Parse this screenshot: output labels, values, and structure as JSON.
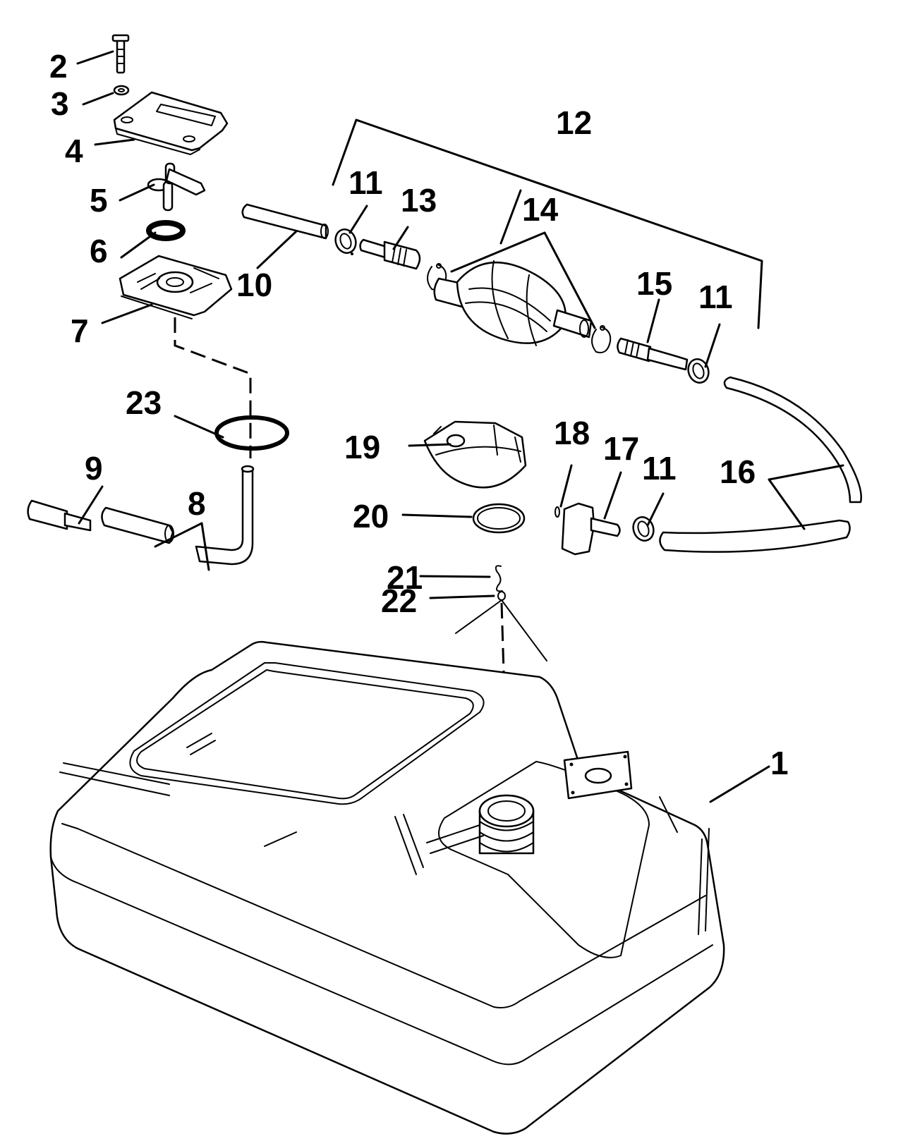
{
  "diagram": {
    "title": "Fuel Tank Assembly - Exploded View",
    "callouts": {
      "c1": "1",
      "c2": "2",
      "c3": "3",
      "c4": "4",
      "c5": "5",
      "c6": "6",
      "c7": "7",
      "c8": "8",
      "c9": "9",
      "c10": "10",
      "c11a": "11",
      "c11b": "11",
      "c11c": "11",
      "c12": "12",
      "c13": "13",
      "c14": "14",
      "c15": "15",
      "c16": "16",
      "c17": "17",
      "c18": "18",
      "c19": "19",
      "c20": "20",
      "c21": "21",
      "c22": "22",
      "c23": "23"
    },
    "parts": [
      {
        "id": "1",
        "name": "fuel-tank"
      },
      {
        "id": "2",
        "name": "screw"
      },
      {
        "id": "3",
        "name": "washer"
      },
      {
        "id": "4",
        "name": "cover-plate"
      },
      {
        "id": "5",
        "name": "elbow-connector"
      },
      {
        "id": "6",
        "name": "o-ring"
      },
      {
        "id": "7",
        "name": "fuel-gauge-plate"
      },
      {
        "id": "8",
        "name": "pickup-hose"
      },
      {
        "id": "9",
        "name": "filter"
      },
      {
        "id": "10",
        "name": "hose"
      },
      {
        "id": "11",
        "name": "hose-clamp"
      },
      {
        "id": "12",
        "name": "primer-bulb-assembly"
      },
      {
        "id": "13",
        "name": "check-valve-inlet"
      },
      {
        "id": "14",
        "name": "clamp"
      },
      {
        "id": "15",
        "name": "check-valve-outlet"
      },
      {
        "id": "16",
        "name": "fuel-line"
      },
      {
        "id": "17",
        "name": "connector"
      },
      {
        "id": "18",
        "name": "o-ring-small"
      },
      {
        "id": "19",
        "name": "filler-cap"
      },
      {
        "id": "20",
        "name": "cap-gasket"
      },
      {
        "id": "21",
        "name": "s-hook"
      },
      {
        "id": "22",
        "name": "retainer-cord"
      },
      {
        "id": "23",
        "name": "gasket"
      }
    ]
  }
}
